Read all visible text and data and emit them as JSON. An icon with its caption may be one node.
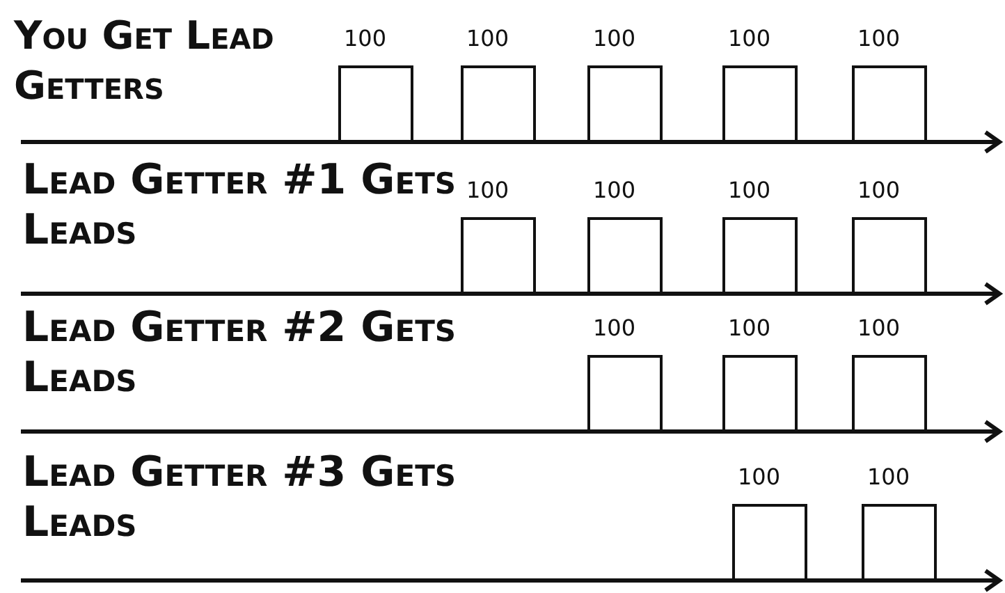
{
  "diagram": {
    "nodes": [
      {
        "text": [
          "100"
        ]
      },
      {
        "text": [
          "100"
        ]
      },
      {
        "text": [
          "100"
        ]
      },
      {
        "text": [
          "100"
        ]
      },
      {
        "text": [
          "100"
        ]
      },
      {
        "text": [
          "100"
        ]
      },
      {
        "text": [
          "100"
        ]
      },
      {
        "text": [
          "100"
        ]
      },
      {
        "text": [
          "100"
        ]
      },
      {
        "text": [
          "100"
        ]
      },
      {
        "text": [
          "100"
        ]
      },
      {
        "text": [
          "100"
        ]
      },
      {
        "text": [
          "100"
        ]
      },
      {
        "text": [
          "100"
        ]
      }
    ],
    "edges": [],
    "labels": [
      "You Get Lead Getters",
      "Lead Getter #1 Gets Leads",
      "Lead Getter #2 Gets Leads",
      "Lead Getter #3 Gets Leads"
    ]
  }
}
